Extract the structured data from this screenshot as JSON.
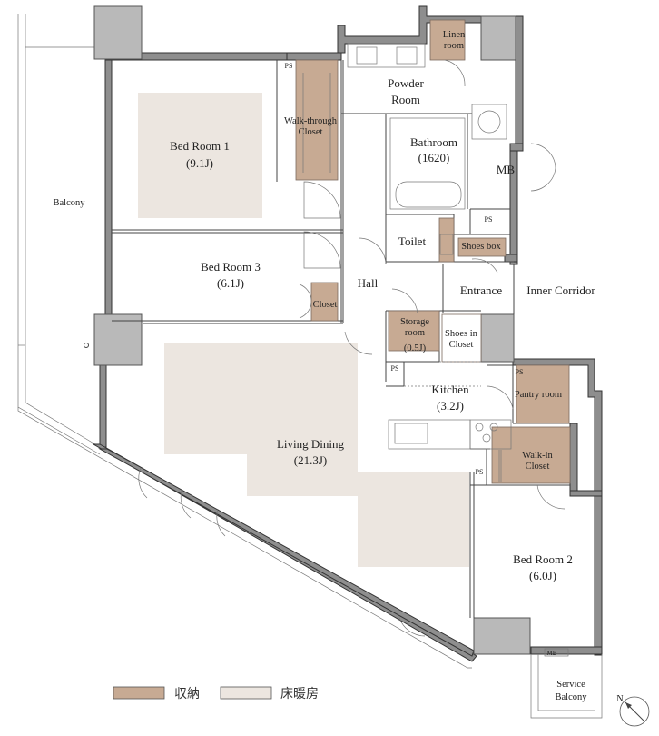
{
  "rooms": {
    "balcony": "Balcony",
    "bed_room_1": {
      "name": "Bed Room 1",
      "size": "(9.1J)"
    },
    "walk_through_closet": {
      "line1": "Walk-through",
      "line2": "Closet"
    },
    "bed_room_3": {
      "name": "Bed Room 3",
      "size": "(6.1J)"
    },
    "closet": "Closet",
    "powder_room": {
      "line1": "Powder",
      "line2": "Room"
    },
    "linen_room": {
      "line1": "Linen",
      "line2": "room"
    },
    "bathroom": {
      "name": "Bathroom",
      "size": "(1620)"
    },
    "mb": "MB",
    "toilet": "Toilet",
    "shoes_box": "Shoes box",
    "hall": "Hall",
    "entrance": "Entrance",
    "inner_corridor": "Inner Corridor",
    "storage_room": {
      "line1": "Storage",
      "line2": "room",
      "size": "(0.5J)"
    },
    "shoes_in_closet": {
      "line1": "Shoes in",
      "line2": "Closet"
    },
    "kitchen": {
      "name": "Kitchen",
      "size": "(3.2J)"
    },
    "pantry_room": "Pantry room",
    "living_dining": {
      "name": "Living Dining",
      "size": "(21.3J)"
    },
    "walk_in_closet": {
      "line1": "Walk-in",
      "line2": "Closet"
    },
    "bed_room_2": {
      "name": "Bed Room 2",
      "size": "(6.0J)"
    },
    "service_balcony": {
      "line1": "Service",
      "line2": "Balcony"
    },
    "ps": "PS",
    "mb_short": "MB"
  },
  "legend": {
    "storage_label": "収納",
    "heating_label": "床暖房",
    "storage_color": "#c7aa93",
    "heating_color": "#ece6e0"
  },
  "compass": {
    "label": "N"
  }
}
